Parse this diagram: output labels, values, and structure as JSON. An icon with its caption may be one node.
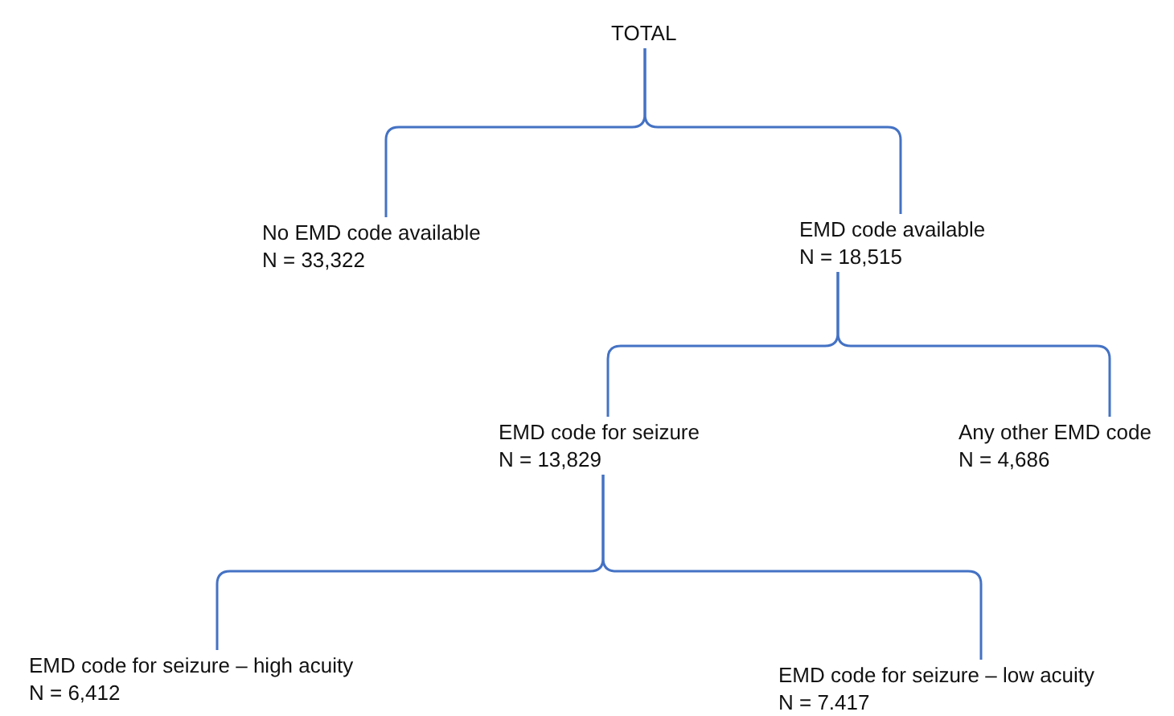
{
  "diagram": {
    "nodes": [
      {
        "text": [
          "TOTAL"
        ]
      },
      {
        "text": [
          "No EMD code available",
          "N = 33,322"
        ]
      },
      {
        "text": [
          "EMD code available",
          "N = 18,515"
        ]
      },
      {
        "text": [
          "EMD code for seizure",
          "N = 13,829"
        ]
      },
      {
        "text": [
          "Any other EMD code",
          "N = 4,686"
        ]
      },
      {
        "text": [
          "EMD code for seizure – high acuity",
          "N = 6,412"
        ]
      },
      {
        "text": [
          "EMD code for seizure – low acuity",
          "N = 7.417"
        ]
      }
    ],
    "edges": [
      {
        "from": 0,
        "to": 1,
        "arrow": "none"
      },
      {
        "from": 0,
        "to": 2,
        "arrow": "none"
      },
      {
        "from": 2,
        "to": 3,
        "arrow": "none"
      },
      {
        "from": 2,
        "to": 4,
        "arrow": "none"
      },
      {
        "from": 3,
        "to": 5,
        "arrow": "none"
      },
      {
        "from": 3,
        "to": 6,
        "arrow": "none"
      }
    ]
  }
}
